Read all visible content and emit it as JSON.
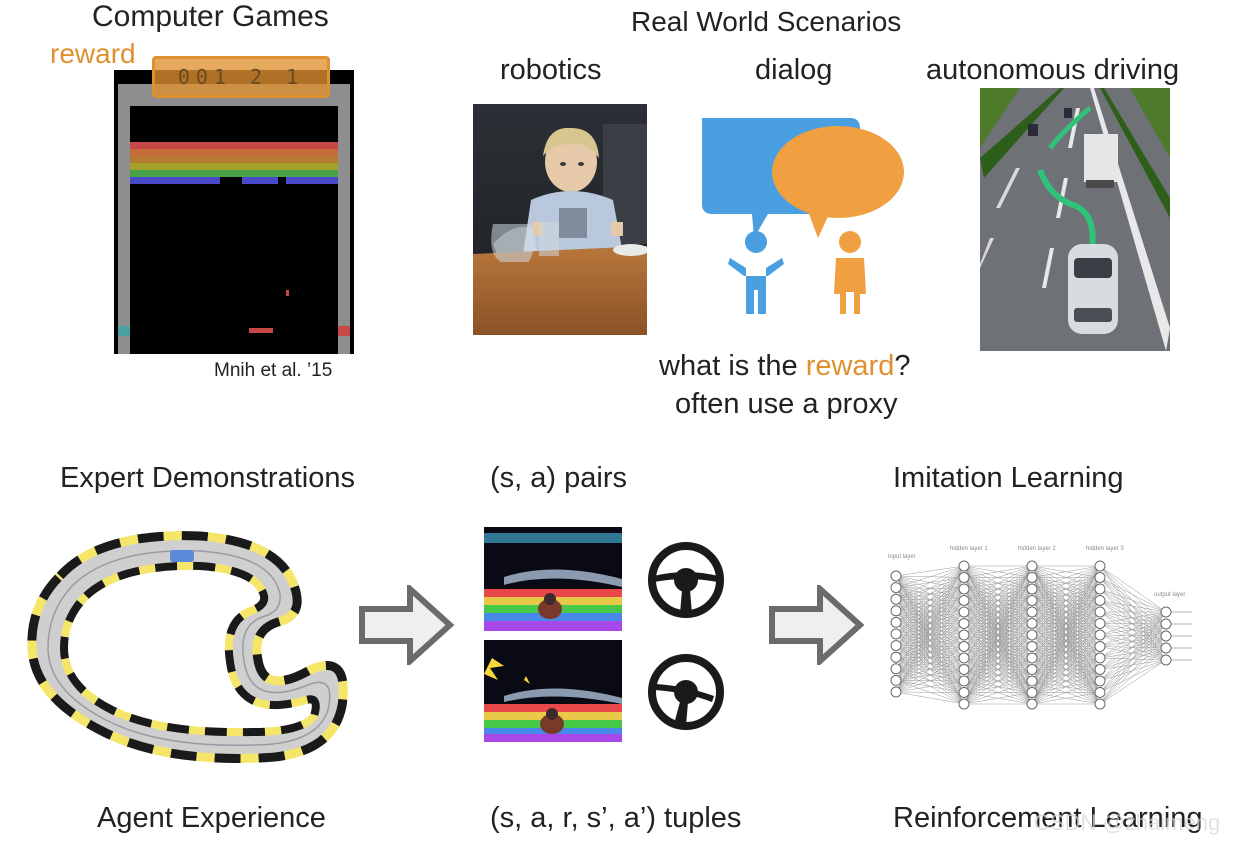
{
  "top": {
    "computer_games_title": "Computer Games",
    "reward_label": "reward",
    "score_text": "001 2 1",
    "citation": "Mnih et al. ’15",
    "real_world_title": "Real World Scenarios",
    "robotics_label": "robotics",
    "dialog_label": "dialog",
    "driving_label": "autonomous driving",
    "question_prefix": "what is the ",
    "question_reward": "reward",
    "question_suffix": "?",
    "proxy_text": "often use a proxy"
  },
  "bottom": {
    "expert_demos": "Expert Demonstrations",
    "sa_pairs": "(s, a) pairs",
    "imitation_learning": "Imitation Learning",
    "agent_experience": "Agent Experience",
    "tuples": "(s, a, r, s’, a’) tuples",
    "reinforcement_learning": "Reinforcement Learning",
    "nn_layer_labels": [
      "input layer",
      "hidden layer 1",
      "hidden layer 2",
      "hidden layer 3",
      "output layer"
    ]
  },
  "watermark": "CSDN @zhaimeng",
  "colors": {
    "accent_orange": "#e0912f",
    "dialog_blue": "#4a9fe0",
    "dialog_orange": "#f0a040",
    "arrow_gray": "#6b6b6b",
    "track_yellow": "#f5e66a"
  }
}
